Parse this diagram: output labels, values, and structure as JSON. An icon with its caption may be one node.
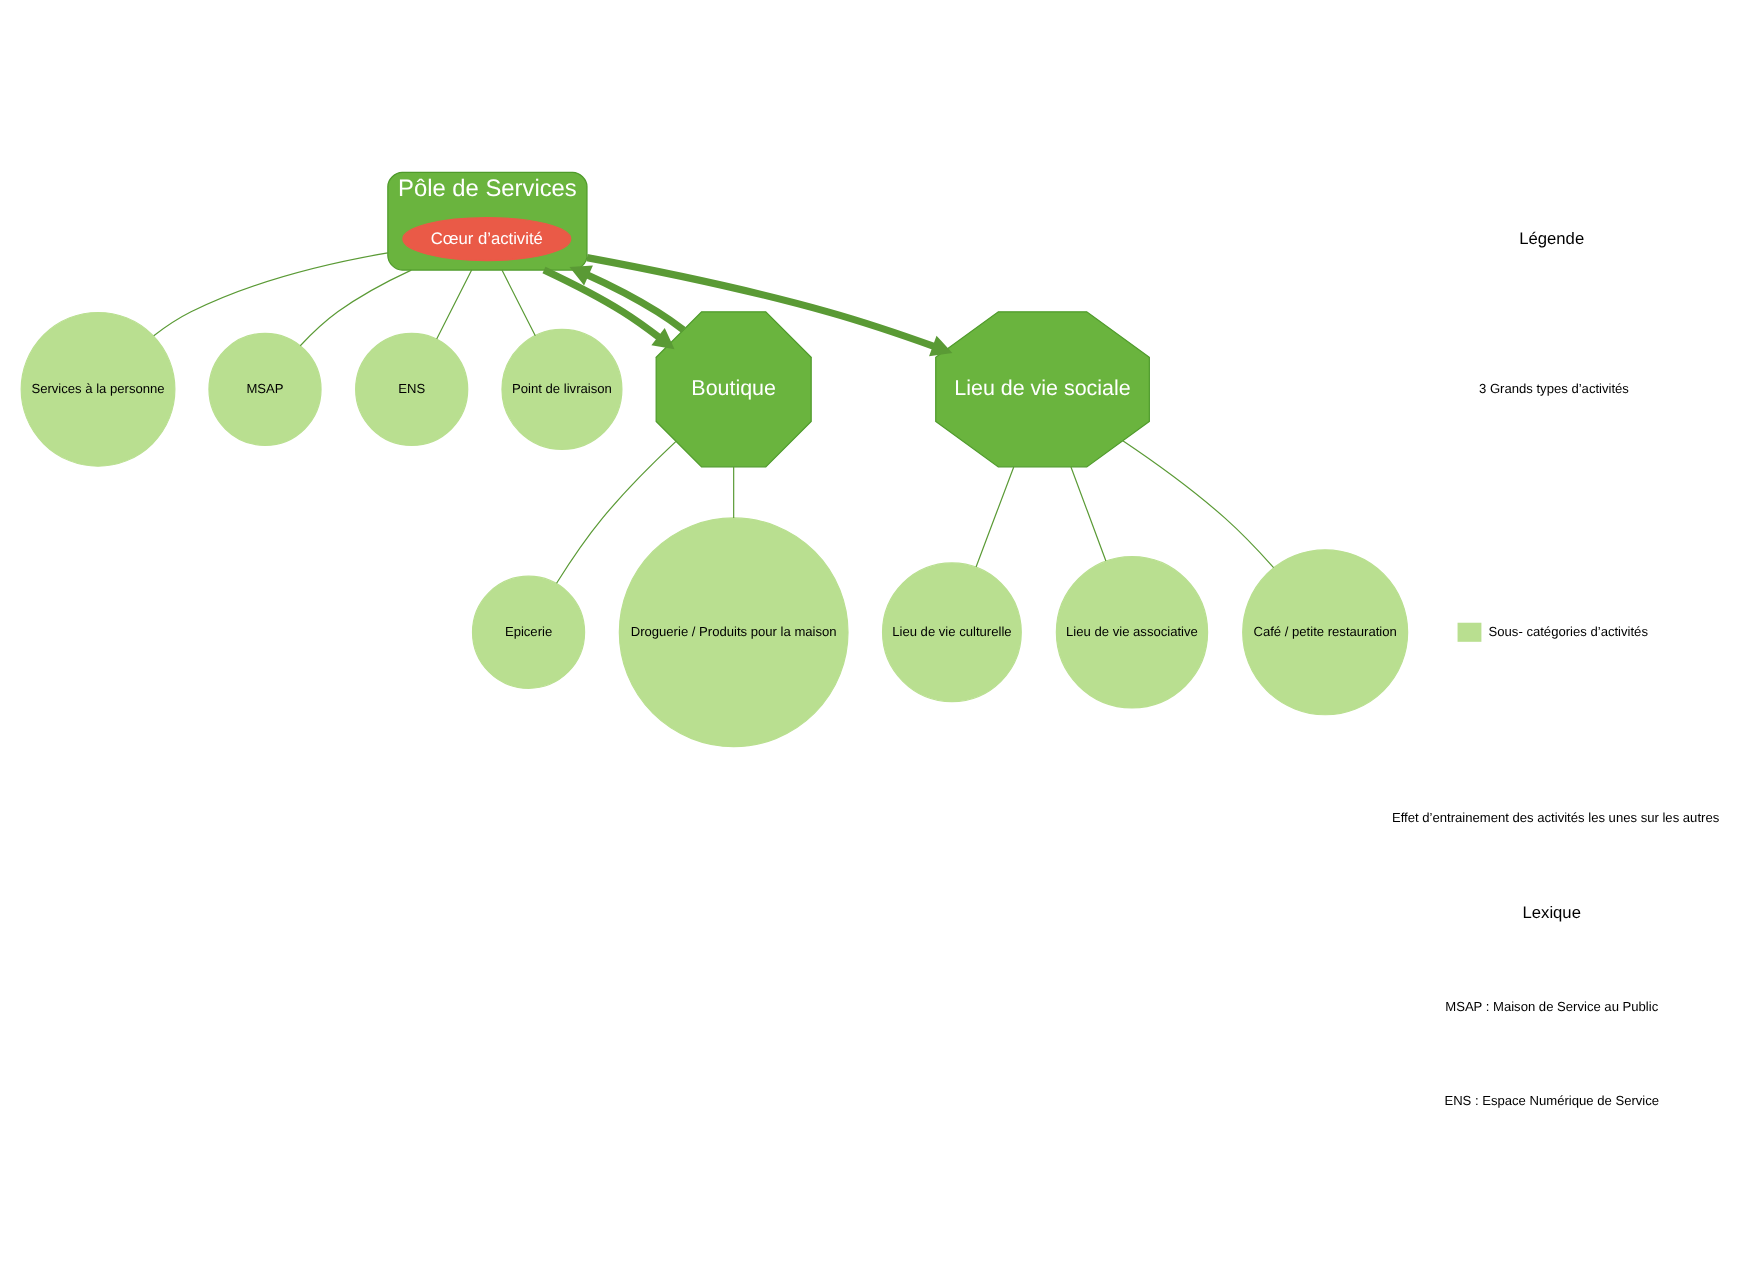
{
  "diagram": {
    "nodes": [
      {
        "text": [
          "Pôle de Services"
        ]
      },
      {
        "text": [
          "Cœur d’activité"
        ],
        "in": 0
      },
      {
        "text": [
          "Services à la personne"
        ]
      },
      {
        "text": [
          "MSAP"
        ]
      },
      {
        "text": [
          "ENS"
        ]
      },
      {
        "text": [
          "Point de livraison"
        ]
      },
      {
        "text": [
          "Boutique"
        ]
      },
      {
        "text": [
          "Epicerie"
        ]
      },
      {
        "text": [
          "Droguerie / Produits pour la maison"
        ]
      },
      {
        "text": [
          "Lieu de vie sociale"
        ]
      },
      {
        "text": [
          "Lieu de vie culturelle"
        ]
      },
      {
        "text": [
          "Lieu de vie associative"
        ]
      },
      {
        "text": [
          "Café / petite restauration"
        ]
      }
    ],
    "edges": [
      {
        "from": 0,
        "to": 2,
        "arrow": "none"
      },
      {
        "from": 0,
        "to": 3,
        "arrow": "none"
      },
      {
        "from": 0,
        "to": 4,
        "arrow": "none"
      },
      {
        "from": 0,
        "to": 5,
        "arrow": "none"
      },
      {
        "from": 0,
        "to": 9,
        "arrow": "to",
        "style": "thick"
      },
      {
        "from": 0,
        "to": 6,
        "arrow": "to",
        "style": "thick"
      },
      {
        "from": 6,
        "to": 0,
        "arrow": "to",
        "style": "thick"
      },
      {
        "from": 6,
        "to": 7,
        "arrow": "none"
      },
      {
        "from": 6,
        "to": 8,
        "arrow": "none"
      },
      {
        "from": 9,
        "to": 10,
        "arrow": "none"
      },
      {
        "from": 9,
        "to": 11,
        "arrow": "none"
      },
      {
        "from": 9,
        "to": 12,
        "arrow": "none"
      }
    ],
    "labels": [
      "Légende",
      "Lexique",
      "MSAP : Maison de Service au Public",
      "ENS : Espace Numérique de Service"
    ],
    "legend": [
      {
        "text": "3 Grands types d’activités"
      },
      {
        "text": "Sous- catégories d’activités",
        "color": "#b9df90"
      },
      {
        "text": "Effet d’entrainement des activités les unes sur les autres"
      }
    ]
  }
}
